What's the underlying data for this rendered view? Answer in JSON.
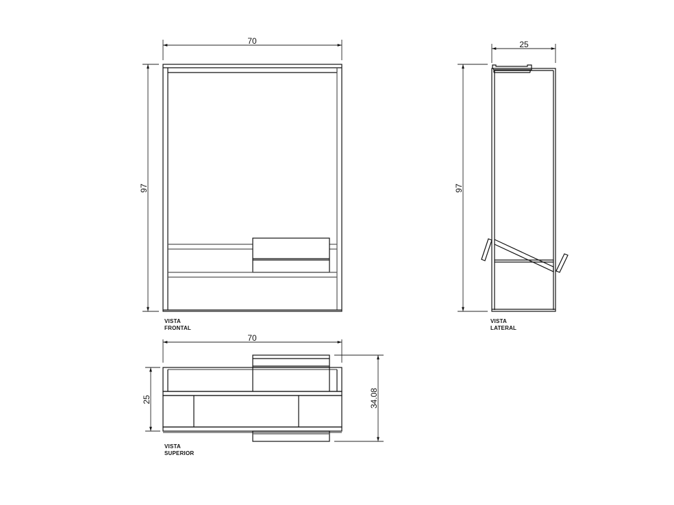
{
  "drawing": {
    "views": [
      {
        "id": "frontal",
        "label_line1": "VISTA",
        "label_line2": "FRONTAL"
      },
      {
        "id": "lateral",
        "label_line1": "VISTA",
        "label_line2": "LATERAL"
      },
      {
        "id": "superior",
        "label_line1": "VISTA",
        "label_line2": "SUPERIOR"
      }
    ],
    "dimensions": {
      "frontal_width": "70",
      "frontal_height": "97",
      "lateral_width": "25",
      "lateral_height": "97",
      "superior_width": "70",
      "superior_depth": "25",
      "superior_total_depth": "34.08"
    },
    "colors": {
      "line": "#111111",
      "background": "#ffffff"
    }
  }
}
